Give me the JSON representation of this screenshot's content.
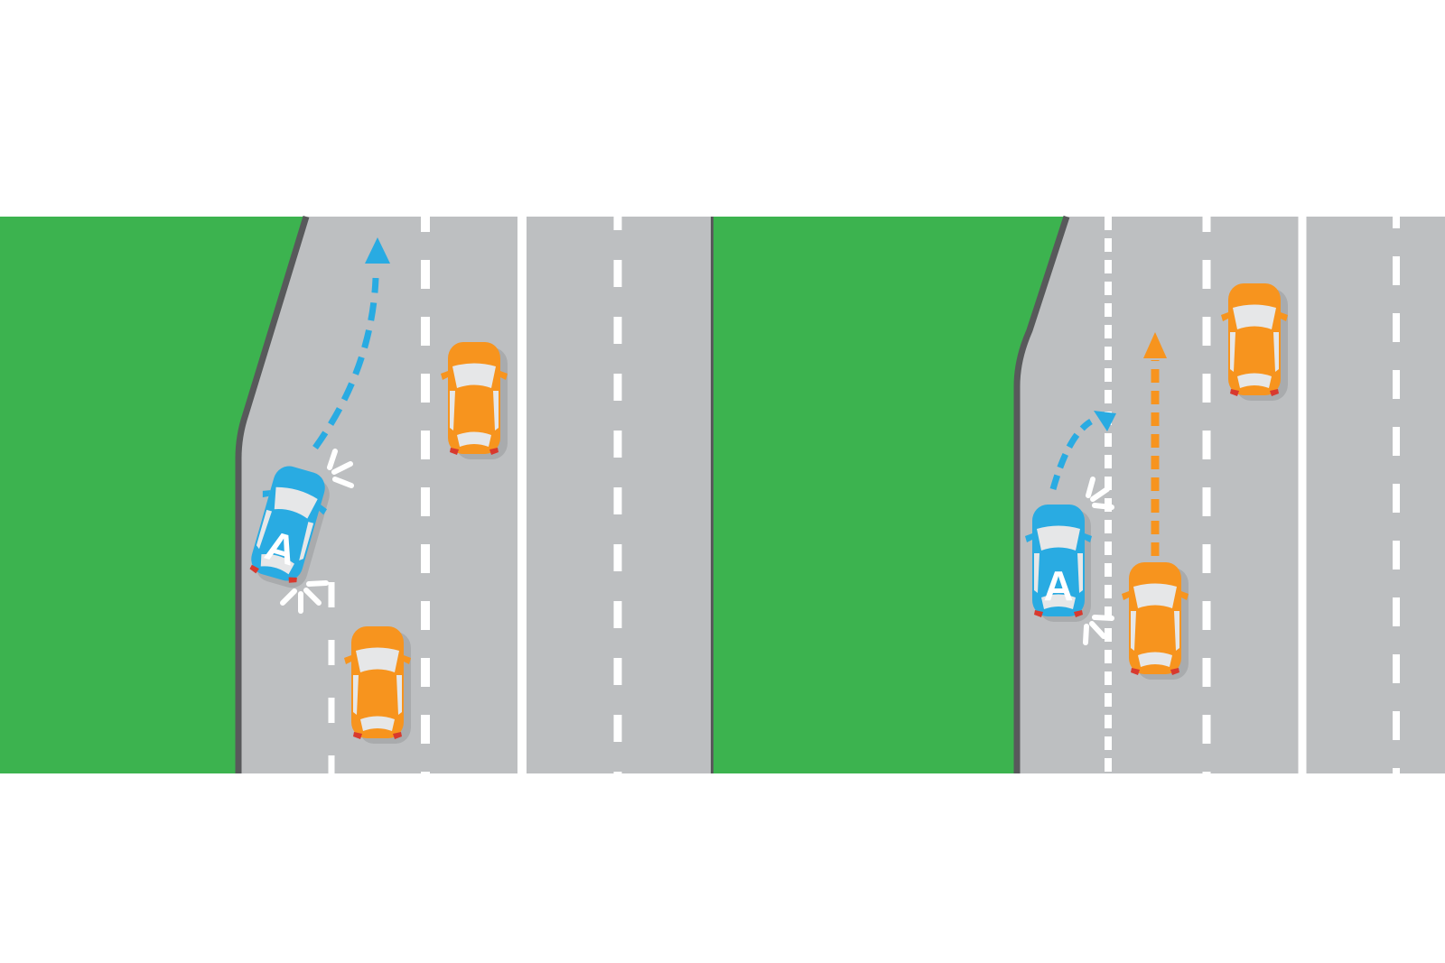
{
  "diagram": {
    "left_panel": {
      "car_a_label": "A",
      "cars": [
        "blue-car-a-merging",
        "orange-car-ahead",
        "orange-car-behind"
      ],
      "arrows": [
        "blue-merge-path-arrow"
      ],
      "lane_markings": [
        "merge-lane-short-dash",
        "lane-dash",
        "solid-line",
        "lane-dash"
      ]
    },
    "right_panel": {
      "car_a_label": "A",
      "cars": [
        "blue-car-a-indicating",
        "orange-car-beside",
        "orange-car-ahead"
      ],
      "arrows": [
        "blue-merge-arc-arrow",
        "orange-forward-arrow"
      ],
      "lane_markings": [
        "fine-dash-line",
        "lane-dash",
        "solid-line",
        "lane-dash"
      ]
    }
  },
  "colors": {
    "background": "#ffffff",
    "grass": "#3cb34f",
    "road": "#bdbfc1",
    "road_edge": "#58595b",
    "panel_divider": "#58595b",
    "lane_marking": "#ffffff",
    "blue": "#29abe2",
    "orange": "#f7941e",
    "window_glass": "#e6e7e8",
    "car_shadow": "#a9abad",
    "taillight": "#d8392e",
    "flash_marks": "#ffffff"
  }
}
